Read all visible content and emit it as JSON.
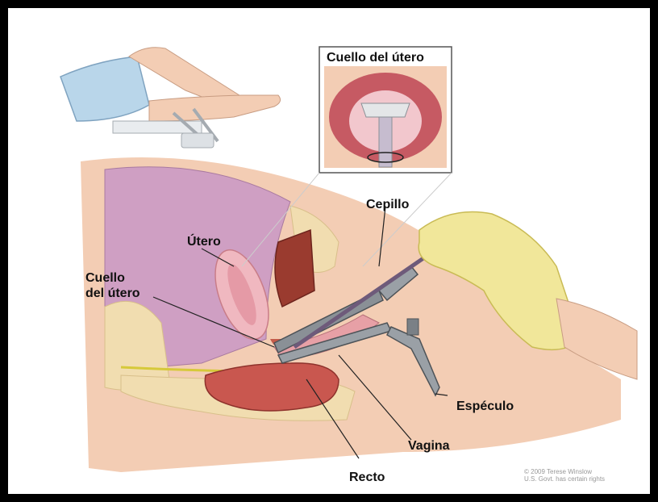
{
  "labels": {
    "inset_title": "Cuello del útero",
    "cepillo": "Cepillo",
    "utero": "Útero",
    "cuello_line1": "Cuello",
    "cuello_line2": "del útero",
    "especulo": "Espéculo",
    "vagina": "Vagina",
    "recto": "Recto"
  },
  "credit": {
    "line1": "© 2009 Terese Winslow",
    "line2": "U.S. Govt. has certain rights"
  },
  "colors": {
    "frame": "#000000",
    "background": "#ffffff",
    "skin": "#f3cdb4",
    "tissue_pink": "#e7a0a6",
    "bladder_purple": "#c79ac0",
    "rectum_red": "#c9574f",
    "glove_yellow": "#f1e79a",
    "speculum_metal": "#8a9096",
    "gown_blue": "#b9d6ea"
  }
}
